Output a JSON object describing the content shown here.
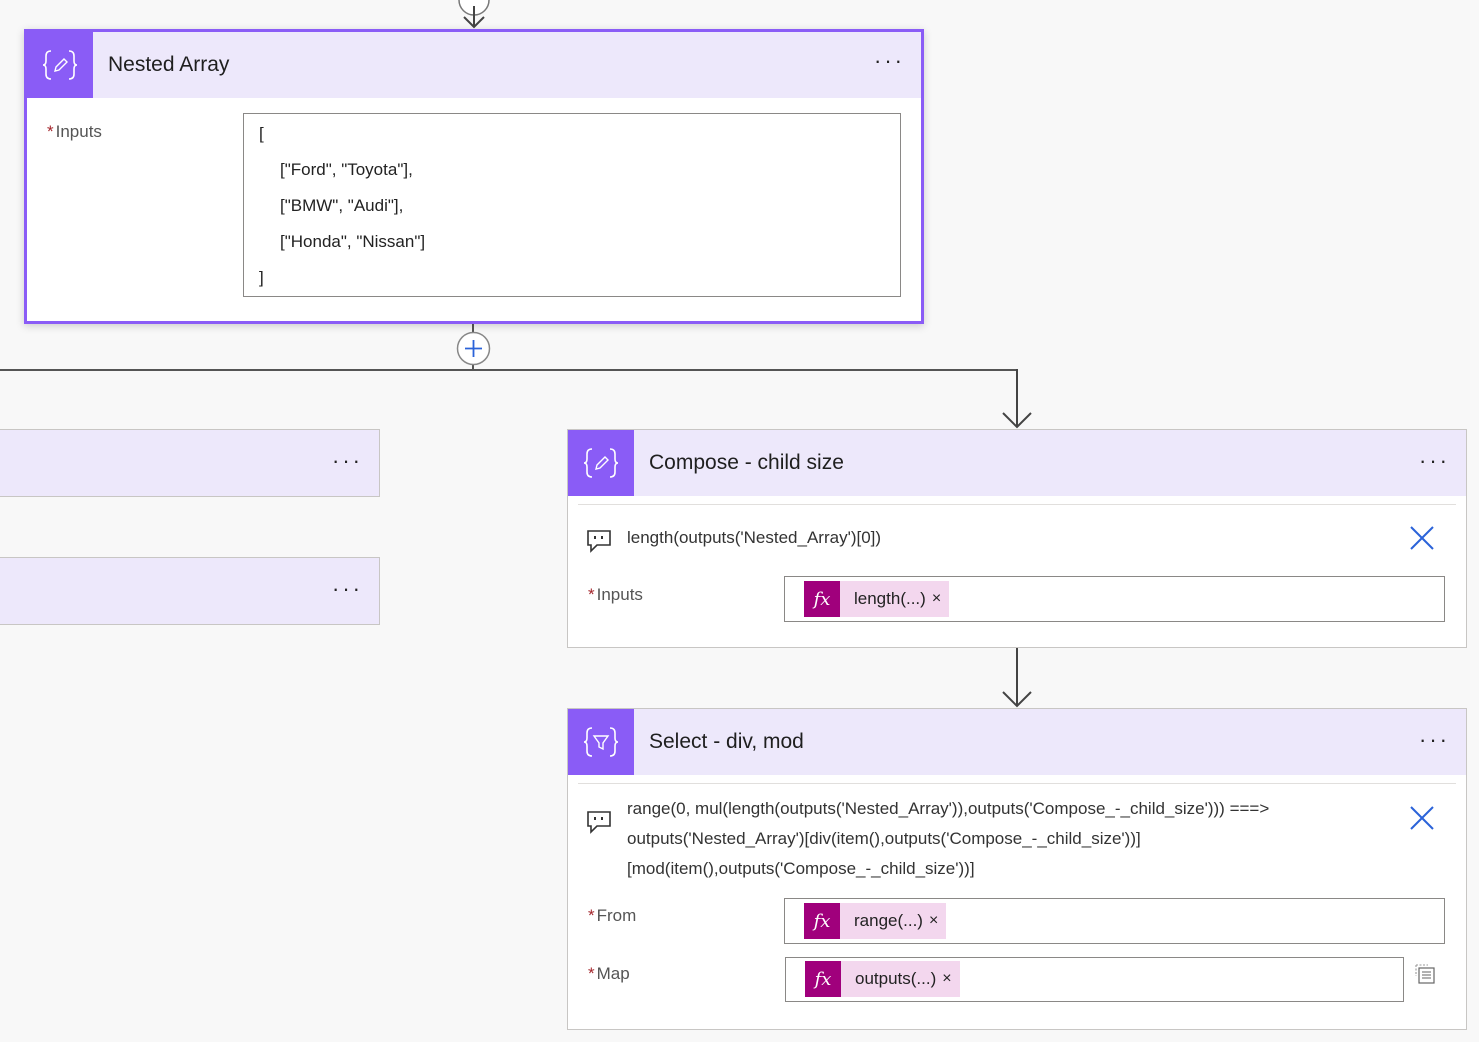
{
  "nested_array": {
    "title": "Nested Array",
    "more_label": "···",
    "inputs_label": "Inputs",
    "required_mark": "*",
    "json_lines": [
      "[",
      "[\"Ford\", \"Toyota\"],",
      "[\"BMW\", \"Audi\"],",
      "[\"Honda\", \"Nissan\"]",
      "]"
    ]
  },
  "left_cards": [
    {
      "more_label": "···"
    },
    {
      "more_label": "···"
    }
  ],
  "compose_child_size": {
    "title": "Compose - child size",
    "more_label": "···",
    "comment": "length(outputs('Nested_Array')[0])",
    "inputs_label": "Inputs",
    "required_mark": "*",
    "token": {
      "fx": "fx",
      "text": "length(...)",
      "remove": "×"
    }
  },
  "select_div_mod": {
    "title": "Select - div, mod",
    "more_label": "···",
    "comment_lines": [
      "range(0, mul(length(outputs('Nested_Array')),outputs('Compose_-_child_size'))) ===>",
      "outputs('Nested_Array')[div(item(),outputs('Compose_-_child_size'))]",
      "[mod(item(),outputs('Compose_-_child_size'))]"
    ],
    "from_label": "From",
    "map_label": "Map",
    "required_mark": "*",
    "from_token": {
      "fx": "fx",
      "text": "range(...)",
      "remove": "×"
    },
    "map_token": {
      "fx": "fx",
      "text": "outputs(...)",
      "remove": "×"
    }
  },
  "colors": {
    "accent": "#8a5cf6",
    "header_bg": "#ede8fb",
    "token_bg": "#f3d7ee",
    "fx_bg": "#a0007c",
    "close_x": "#2b63d9"
  },
  "icons": {
    "compose": "compose-icon",
    "select": "select-icon",
    "comment": "comment-icon",
    "close": "close-icon",
    "add": "add-step-icon",
    "map_mode": "switch-map-mode-icon"
  }
}
